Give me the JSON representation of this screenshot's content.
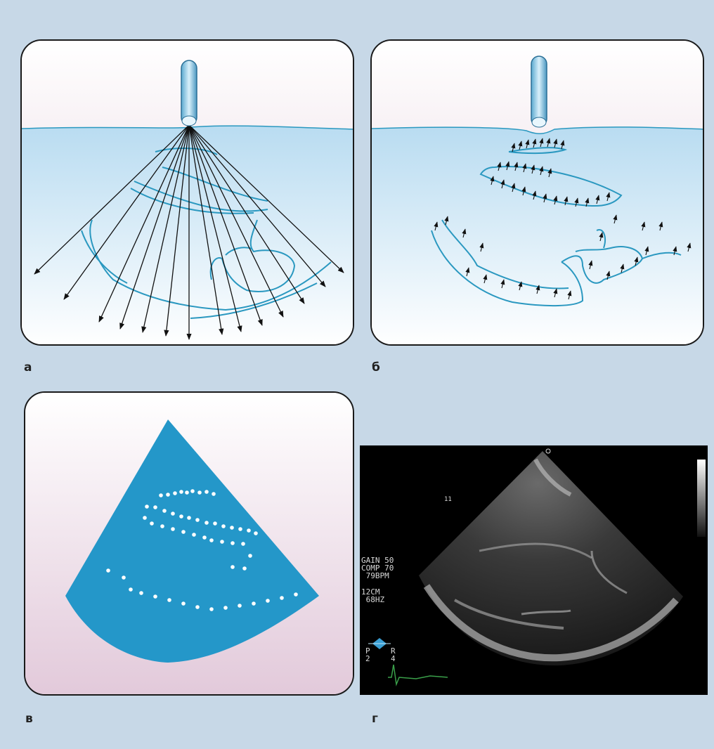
{
  "panels": {
    "a": {
      "label": "а"
    },
    "b": {
      "label": "б"
    },
    "v": {
      "label": "в"
    },
    "g": {
      "label": "г"
    }
  },
  "colors": {
    "background": "#c7d8e7",
    "skin": "#e9d5e0",
    "tissue": "#bfe0f2",
    "outline": "#2a98c0",
    "sector": "#2497c9",
    "beam": "#111111"
  },
  "echo_screen": {
    "gain_line": "GAIN 50",
    "comp_line": "COMP 70",
    "bpm_line": " 79BPM",
    "depth_line": "12CM",
    "freq_line": " 68HZ",
    "marker_text": "11",
    "orientation_p": "P",
    "orientation_r": "R",
    "orientation_left": "2",
    "orientation_right": "4"
  }
}
